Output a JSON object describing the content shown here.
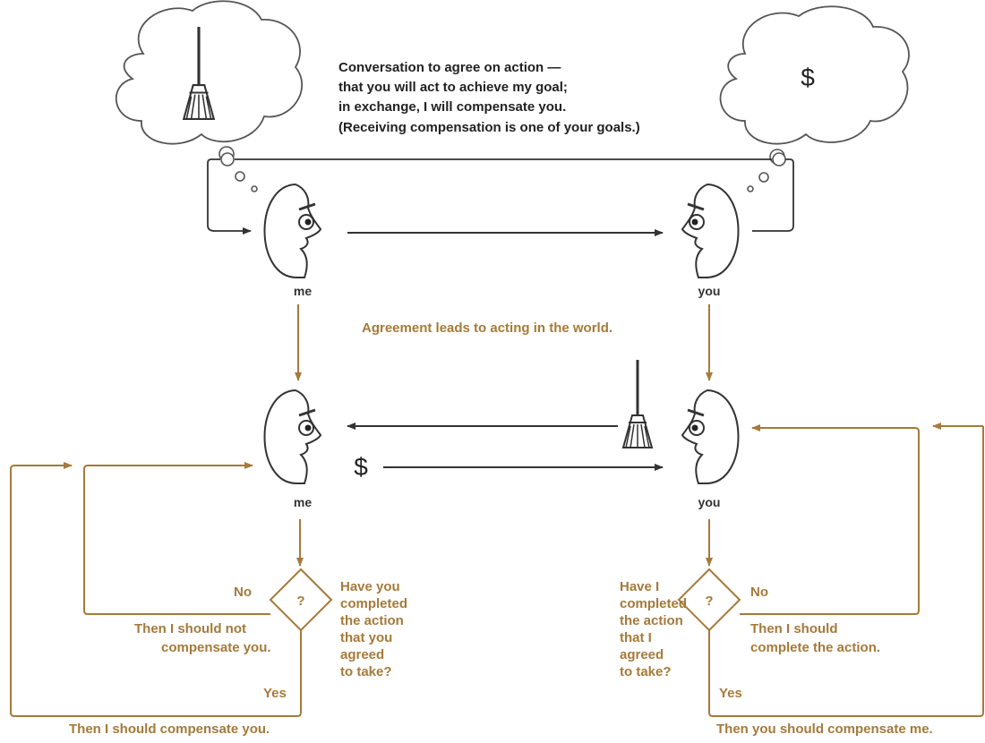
{
  "colors": {
    "line": "#444444",
    "accent": "#a57a3a",
    "text": "#222222",
    "cloud": "#555555"
  },
  "icons": {
    "broom": "broom-icon",
    "dollar": "dollar-sign-icon",
    "face": "face-profile-icon",
    "decision": "decision-diamond-icon"
  },
  "symbols": {
    "dollar": "$",
    "question": "?"
  },
  "conversation": {
    "line1": "Conversation to agree on action —",
    "line2": "that you will act to achieve my goal;",
    "line3": "in exchange, I will compensate you.",
    "line4": "(Receiving compensation is one of your goals.)"
  },
  "faces": {
    "me_top": "me",
    "you_top": "you",
    "me_bottom": "me",
    "you_bottom": "you"
  },
  "agreement": "Agreement leads to acting in the world.",
  "left_decision": {
    "question": [
      "Have you",
      "completed",
      "the action",
      "that you",
      "agreed",
      "to take?"
    ],
    "no_label": "No",
    "no_text": [
      "Then I should not",
      "compensate you."
    ],
    "yes_label": "Yes",
    "yes_text": "Then I should compensate you."
  },
  "right_decision": {
    "question": [
      "Have I",
      "completed",
      "the action",
      "that I",
      "agreed",
      "to take?"
    ],
    "no_label": "No",
    "no_text": [
      "Then I should",
      "complete the action."
    ],
    "yes_label": "Yes",
    "yes_text": "Then you should compensate me."
  }
}
